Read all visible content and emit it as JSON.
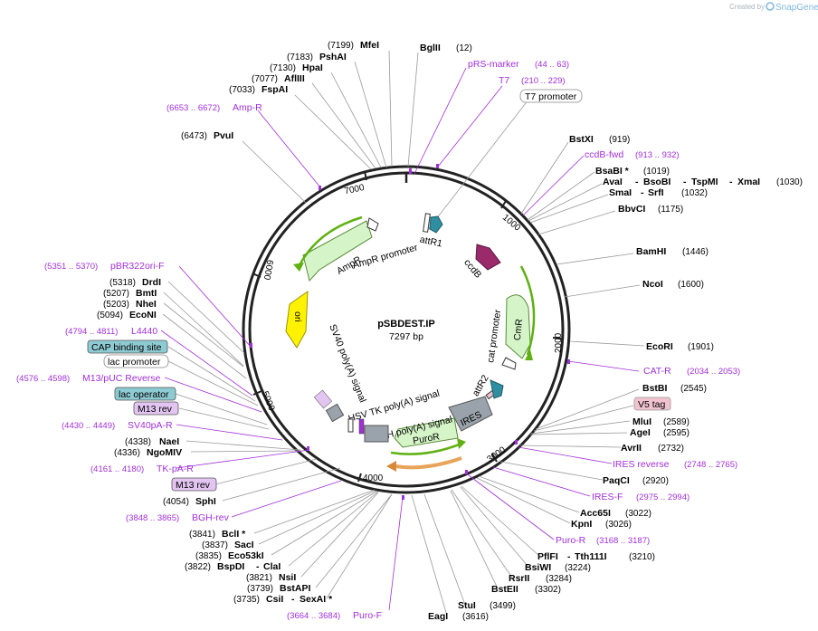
{
  "credit": {
    "created_by": "Created by",
    "brand": "SnapGene"
  },
  "plasmid": {
    "name": "pSBDEST.IP",
    "length": "7297 bp"
  },
  "ticks": [
    "1000",
    "2000",
    "3000",
    "4000",
    "5000",
    "6000",
    "7000"
  ],
  "features": {
    "attR1": "attR1",
    "ccdB": "ccdB",
    "CmR": "CmR",
    "cat_promoter": "cat promoter",
    "attR2": "attR2",
    "IRES": "IRES",
    "PuroR": "PuroR",
    "bGH": "bGH poly(A) signal",
    "HSV": "HSV TK poly(A) signal",
    "SV40": "SV40 poly(A) signal",
    "ori": "ori",
    "AmpR": "AmpR",
    "AmpR_promoter": "AmpR promoter"
  },
  "enzymes_top": [
    {
      "pos": "(7199)",
      "name": "MfeI"
    },
    {
      "pos": "(7183)",
      "name": "PshAI"
    },
    {
      "pos": "(7130)",
      "name": "HpaI"
    },
    {
      "pos": "(7077)",
      "name": "AflIII"
    },
    {
      "pos": "(7033)",
      "name": "FspAI"
    },
    {
      "pos": "(6473)",
      "name": "PvuI"
    }
  ],
  "bglII": {
    "name": "BglII",
    "pos": "(12)"
  },
  "primers_top": [
    {
      "name": "pRS-marker",
      "pos": "(44 .. 63)"
    },
    {
      "name": "T7",
      "pos": "(210 .. 229)"
    }
  ],
  "t7_promoter": "T7 promoter",
  "amp_r_primer": {
    "pos": "(6653 .. 6672)",
    "name": "Amp-R"
  },
  "enzymes_right": {
    "bstXI": {
      "name": "BstXI",
      "pos": "(919)"
    },
    "ccdB_fwd": {
      "name": "ccdB-fwd",
      "pos": "(913 .. 932)"
    },
    "bsaBI": {
      "name": "BsaBI *",
      "pos": "(1019)"
    },
    "avaI": "AvaI",
    "bsoBI": "BsoBI",
    "tspMI": "TspMI",
    "xmaI": "XmaI",
    "xmaI_pos": "(1030)",
    "smaI": "SmaI",
    "srfI": "SrfI",
    "smaI_pos": "(1032)",
    "bbvCI": {
      "name": "BbvCI",
      "pos": "(1175)"
    },
    "bamHI": {
      "name": "BamHI",
      "pos": "(1446)"
    },
    "ncoI": {
      "name": "NcoI",
      "pos": "(1600)"
    },
    "ecoRI": {
      "name": "EcoRI",
      "pos": "(1901)"
    },
    "cat_r": {
      "name": "CAT-R",
      "pos": "(2034 .. 2053)"
    },
    "bstBI": {
      "name": "BstBI",
      "pos": "(2545)"
    },
    "v5_tag": "V5 tag",
    "mluI": {
      "name": "MluI",
      "pos": "(2589)"
    },
    "ageI": {
      "name": "AgeI",
      "pos": "(2595)"
    },
    "avrII": {
      "name": "AvrII",
      "pos": "(2732)"
    },
    "ires_reverse": {
      "name": "IRES reverse",
      "pos": "(2748 .. 2765)"
    },
    "paqCI": {
      "name": "PaqCI",
      "pos": "(2920)"
    },
    "ires_f": {
      "name": "IRES-F",
      "pos": "(2975 .. 2994)"
    },
    "acc65I": {
      "name": "Acc65I",
      "pos": "(3022)"
    },
    "kpnI": {
      "name": "KpnI",
      "pos": "(3026)"
    },
    "puro_r": {
      "name": "Puro-R",
      "pos": "(3168 .. 3187)"
    },
    "pflFI": "PflFI",
    "tth111I": "Tth111I",
    "pflFI_pos": "(3210)",
    "bsiWI": {
      "name": "BsiWI",
      "pos": "(3224)"
    },
    "rsrII": {
      "name": "RsrII",
      "pos": "(3284)"
    },
    "bstEII": {
      "name": "BstEII",
      "pos": "(3302)"
    },
    "stuI": {
      "name": "StuI",
      "pos": "(3499)"
    },
    "eagI": {
      "name": "EagI",
      "pos": "(3616)"
    }
  },
  "enzymes_left": {
    "pbr322ori": {
      "pos": "(5351 .. 5370)",
      "name": "pBR322ori-F"
    },
    "drdI": {
      "pos": "(5318)",
      "name": "DrdI"
    },
    "bmtI": {
      "pos": "(5207)",
      "name": "BmtI"
    },
    "nheI": {
      "pos": "(5203)",
      "name": "NheI"
    },
    "ecoNI": {
      "pos": "(5094)",
      "name": "EcoNI"
    },
    "l4440": {
      "pos": "(4794 .. 4811)",
      "name": "L4440"
    },
    "cap": "CAP binding site",
    "lac_promoter": "lac promoter",
    "m13_puc": {
      "pos": "(4576 .. 4598)",
      "name": "M13/pUC Reverse"
    },
    "lac_operator": "lac operator",
    "m13_rev": "M13 rev",
    "sv40pa": {
      "pos": "(4430 .. 4449)",
      "name": "SV40pA-R"
    },
    "naeI": {
      "pos": "(4338)",
      "name": "NaeI"
    },
    "ngoMIV": {
      "pos": "(4336)",
      "name": "NgoMIV"
    },
    "tk_pa": {
      "pos": "(4161 .. 4180)",
      "name": "TK-pA-R"
    },
    "m13_rev2": "M13 rev",
    "sphI": {
      "pos": "(4054)",
      "name": "SphI"
    },
    "bgh_rev": {
      "pos": "(3848 .. 3865)",
      "name": "BGH-rev"
    },
    "bclI": {
      "pos": "(3841)",
      "name": "BclI *"
    },
    "sacI": {
      "pos": "(3837)",
      "name": "SacI"
    },
    "eco53kI": {
      "pos": "(3835)",
      "name": "Eco53kI"
    },
    "bspDI": {
      "pos": "(3822)",
      "name": "BspDI"
    },
    "claI": "ClaI",
    "nsiI": {
      "pos": "(3821)",
      "name": "NsiI"
    },
    "bstAPI": {
      "pos": "(3739)",
      "name": "BstAPI"
    },
    "csiI": {
      "pos": "(3735)",
      "name": "CsiI"
    },
    "sexAI": "SexAI *",
    "puro_f": {
      "pos": "(3664 .. 3684)",
      "name": "Puro-F"
    }
  },
  "colors": {
    "backbone": "#222222",
    "primer": "#a02fd8",
    "feature_green": "#d5f5c8",
    "feature_green_edge": "#5a8a3a",
    "ori_yellow": "#fff200",
    "ccdB_purple": "#9a2a6a",
    "att_teal": "#2f8fa0",
    "ires_gray": "#9aa3ab",
    "box_teal": "#8ecad2",
    "box_violet": "#e3c5f2",
    "box_pink": "#f0c3cf"
  }
}
